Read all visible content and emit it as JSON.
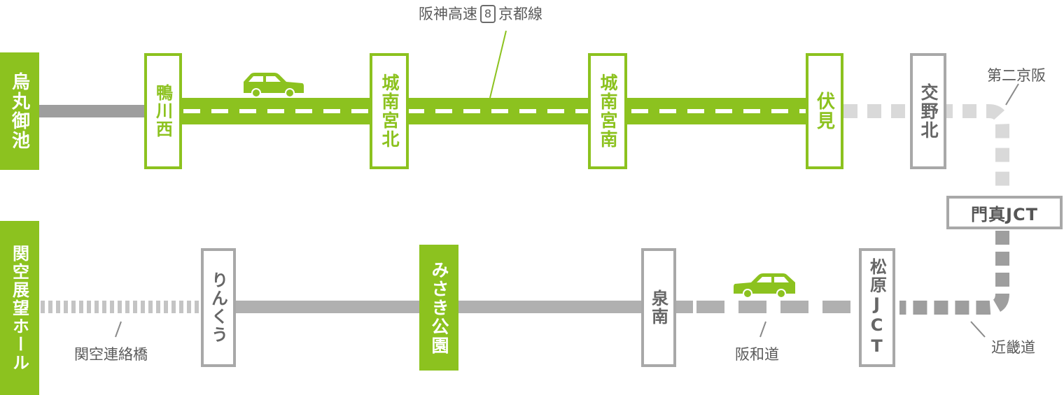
{
  "colors": {
    "green": "#8cc21f",
    "gray_line": "#9e9e9e",
    "gray_dash": "#d9d9d9",
    "gray_border": "#a8a8a8",
    "label": "#5a5a5a"
  },
  "top_route": {
    "origin": "烏丸御池",
    "stations": [
      "鴨川西",
      "城南宮北",
      "城南宮南",
      "伏見",
      "交野北"
    ],
    "expressway": {
      "prefix": "阪神高速",
      "route_number": "8",
      "suffix": "京都線"
    },
    "junction_label": "第二京阪"
  },
  "middle": {
    "junction": "門真JCT"
  },
  "bottom_route": {
    "destination": "関空展望ホール",
    "stations": [
      "りんくう",
      "みさき公園",
      "泉南",
      "松原JCT"
    ],
    "labels": {
      "bridge": "関空連絡橋",
      "hanwa": "阪和道",
      "kinki": "近畿道"
    }
  },
  "icons": [
    "car-icon",
    "car-icon"
  ]
}
